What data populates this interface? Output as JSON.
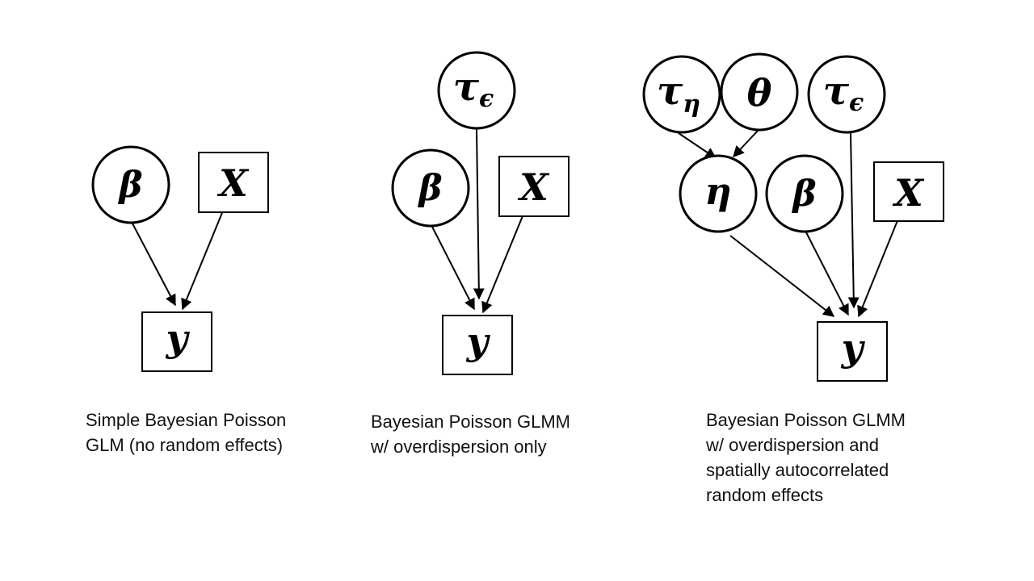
{
  "colors": {
    "stroke": "#000000",
    "background": "#ffffff",
    "text": "#111111"
  },
  "diagrams": [
    {
      "name": "simple-glm",
      "caption": "Simple Bayesian Poisson\nGLM (no random effects)",
      "nodes": {
        "beta": {
          "shape": "circle",
          "symbol": "β"
        },
        "x": {
          "shape": "box",
          "symbol": "X"
        },
        "y": {
          "shape": "box",
          "symbol": "y"
        }
      },
      "edges": [
        {
          "from": "beta",
          "to": "y"
        },
        {
          "from": "x",
          "to": "y"
        }
      ]
    },
    {
      "name": "glmm-overdispersion",
      "caption": "Bayesian Poisson GLMM\nw/ overdispersion only",
      "nodes": {
        "tau_eps": {
          "shape": "circle",
          "symbol": "τ",
          "subscript": "ϵ"
        },
        "beta": {
          "shape": "circle",
          "symbol": "β"
        },
        "x": {
          "shape": "box",
          "symbol": "X"
        },
        "y": {
          "shape": "box",
          "symbol": "y"
        }
      },
      "edges": [
        {
          "from": "beta",
          "to": "y"
        },
        {
          "from": "tau_eps",
          "to": "y"
        },
        {
          "from": "x",
          "to": "y"
        }
      ]
    },
    {
      "name": "glmm-spatial",
      "caption": "Bayesian Poisson GLMM\nw/ overdispersion and\nspatially autocorrelated\nrandom effects",
      "nodes": {
        "tau_eta": {
          "shape": "circle",
          "symbol": "τ",
          "subscript": "η"
        },
        "theta": {
          "shape": "circle",
          "symbol": "θ"
        },
        "tau_eps": {
          "shape": "circle",
          "symbol": "τ",
          "subscript": "ϵ"
        },
        "eta": {
          "shape": "circle",
          "symbol": "η"
        },
        "beta": {
          "shape": "circle",
          "symbol": "β"
        },
        "x": {
          "shape": "box",
          "symbol": "X"
        },
        "y": {
          "shape": "box",
          "symbol": "y"
        }
      },
      "edges": [
        {
          "from": "tau_eta",
          "to": "eta"
        },
        {
          "from": "theta",
          "to": "eta"
        },
        {
          "from": "eta",
          "to": "y"
        },
        {
          "from": "beta",
          "to": "y"
        },
        {
          "from": "tau_eps",
          "to": "y"
        },
        {
          "from": "x",
          "to": "y"
        }
      ]
    }
  ]
}
